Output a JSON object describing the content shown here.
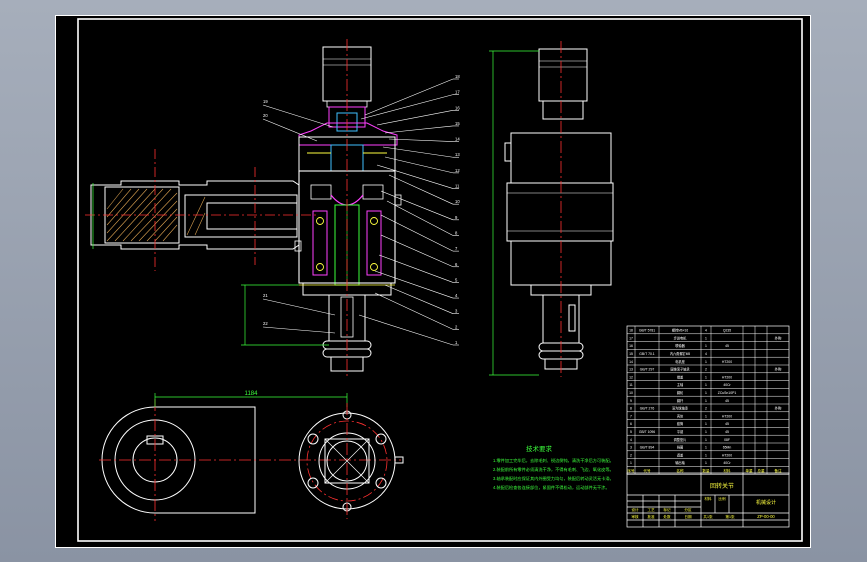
{
  "colors": {
    "background": "#000000",
    "frame": "#ffffff",
    "part_outline": "#ffffff",
    "centerline": "#ff3030",
    "dimension": "#3cff3c",
    "hatch": "#d9a050",
    "accent_magenta": "#ff40ff",
    "accent_cyan": "#40c0ff",
    "accent_yellow": "#ffff40",
    "title_text": "#ffff40",
    "note_text": "#3cff3c",
    "gap_background": "#8c95a6"
  },
  "drawing": {
    "section_callouts": [
      "18",
      "17",
      "16",
      "15",
      "14",
      "13",
      "12",
      "11",
      "10",
      "9",
      "8",
      "7",
      "6",
      "5",
      "4",
      "3",
      "2",
      "1"
    ],
    "left_callouts": [
      "19",
      "20"
    ],
    "lower_callouts": [
      "21",
      "22"
    ],
    "plan_dimension": "1184"
  },
  "notes": {
    "title": "技术要求",
    "lines": [
      "1.零件加工完毕后，去除毛刺、锐边倒钝，清洗干净后方可装配。",
      "2.装配前所有零件必须清洗干净，不得有毛刺、飞边、氧化皮等。",
      "3.轴承装配时应保证其内外圈受力均匀，装配后转动灵活无卡滞。",
      "4.装配后检查各连接部位，紧固件不得松动，运动部件无干涉。"
    ]
  },
  "bom": {
    "headers": [
      "序号",
      "代号",
      "名称",
      "数量",
      "材料",
      "单重",
      "总重",
      "备注"
    ],
    "rows": [
      [
        "18",
        "GB/T 5781",
        "螺栓M6×16",
        "4",
        "Q235",
        "",
        "",
        ""
      ],
      [
        "17",
        "",
        "步进电机",
        "1",
        "",
        "",
        "",
        "外购"
      ],
      [
        "16",
        "",
        "联轴器",
        "1",
        "45",
        "",
        "",
        ""
      ],
      [
        "15",
        "GB/T 70.1",
        "内六角螺钉M5",
        "4",
        "",
        "",
        "",
        ""
      ],
      [
        "14",
        "",
        "电机座",
        "1",
        "HT200",
        "",
        "",
        ""
      ],
      [
        "13",
        "GB/T 297",
        "圆锥滚子轴承",
        "2",
        "",
        "",
        "",
        "外购"
      ],
      [
        "12",
        "",
        "端盖",
        "1",
        "HT200",
        "",
        "",
        ""
      ],
      [
        "11",
        "",
        "主轴",
        "1",
        "40Cr",
        "",
        "",
        ""
      ],
      [
        "10",
        "",
        "蜗轮",
        "1",
        "ZCuSn10P1",
        "",
        "",
        ""
      ],
      [
        "9",
        "",
        "蜗杆",
        "1",
        "45",
        "",
        "",
        ""
      ],
      [
        "8",
        "GB/T 276",
        "深沟球轴承",
        "2",
        "",
        "",
        "",
        "外购"
      ],
      [
        "7",
        "",
        "壳体",
        "1",
        "HT200",
        "",
        "",
        ""
      ],
      [
        "6",
        "",
        "套筒",
        "1",
        "45",
        "",
        "",
        ""
      ],
      [
        "5",
        "GB/T 1096",
        "平键",
        "1",
        "45",
        "",
        "",
        ""
      ],
      [
        "4",
        "",
        "调整垫片",
        "1",
        "08F",
        "",
        "",
        ""
      ],
      [
        "3",
        "GB/T 894",
        "挡圈",
        "1",
        "65Mn",
        "",
        "",
        ""
      ],
      [
        "2",
        "",
        "透盖",
        "1",
        "HT200",
        "",
        "",
        ""
      ],
      [
        "1",
        "",
        "输出轴",
        "1",
        "40Cr",
        "",
        "",
        ""
      ]
    ]
  },
  "title_block": {
    "drawing_name": "回转关节",
    "drawing_no": "ZP-00-00",
    "company": "机械设计",
    "material_label": "材料",
    "scale_label": "比例",
    "labels": [
      "设计",
      "审核",
      "工艺",
      "批准",
      "标记",
      "处数",
      "分区",
      "日期"
    ],
    "sheet_info": [
      "共1张",
      "第1张"
    ]
  }
}
